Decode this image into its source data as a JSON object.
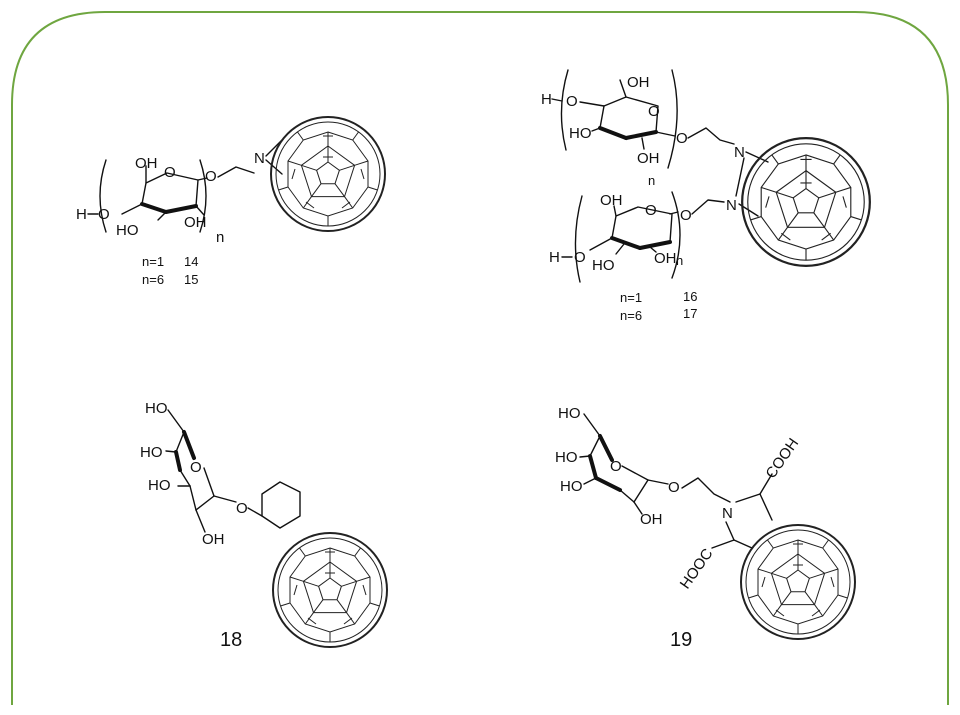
{
  "frame": {
    "border_color": "#6fa640"
  },
  "atoms": {
    "o": "O",
    "n": "N",
    "oh": "OH",
    "ho": "HO",
    "h": "H",
    "cooh": "COOH",
    "hooc": "HOOC",
    "n_repeat": "n"
  },
  "compounds": {
    "c14_15": {
      "line1": "n=1",
      "id1": "14",
      "line2": "n=6",
      "id2": "15"
    },
    "c16_17": {
      "line1": "n=1",
      "id1": "16",
      "line2": "n=6",
      "id2": "17"
    },
    "c18": {
      "id": "18"
    },
    "c19": {
      "id": "19"
    }
  }
}
